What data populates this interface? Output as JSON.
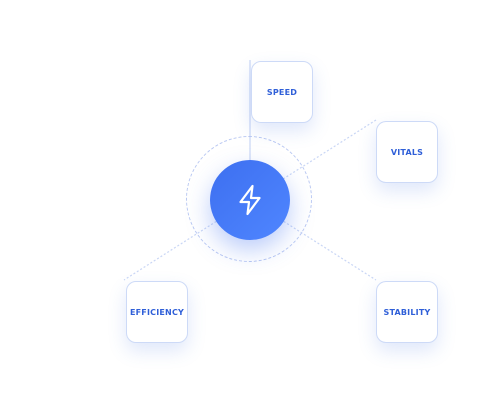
{
  "hub": {
    "icon": "lightning-bolt-icon",
    "color": "#4677f5"
  },
  "nodes": [
    {
      "id": "speed",
      "label": "SPEED"
    },
    {
      "id": "vitals",
      "label": "VITALS"
    },
    {
      "id": "efficiency",
      "label": "EFFICIENCY"
    },
    {
      "id": "stability",
      "label": "STABILITY"
    }
  ],
  "colors": {
    "accent": "#2f5fd8",
    "connector": "#c9d6f5",
    "node_border": "#cddaf7"
  }
}
